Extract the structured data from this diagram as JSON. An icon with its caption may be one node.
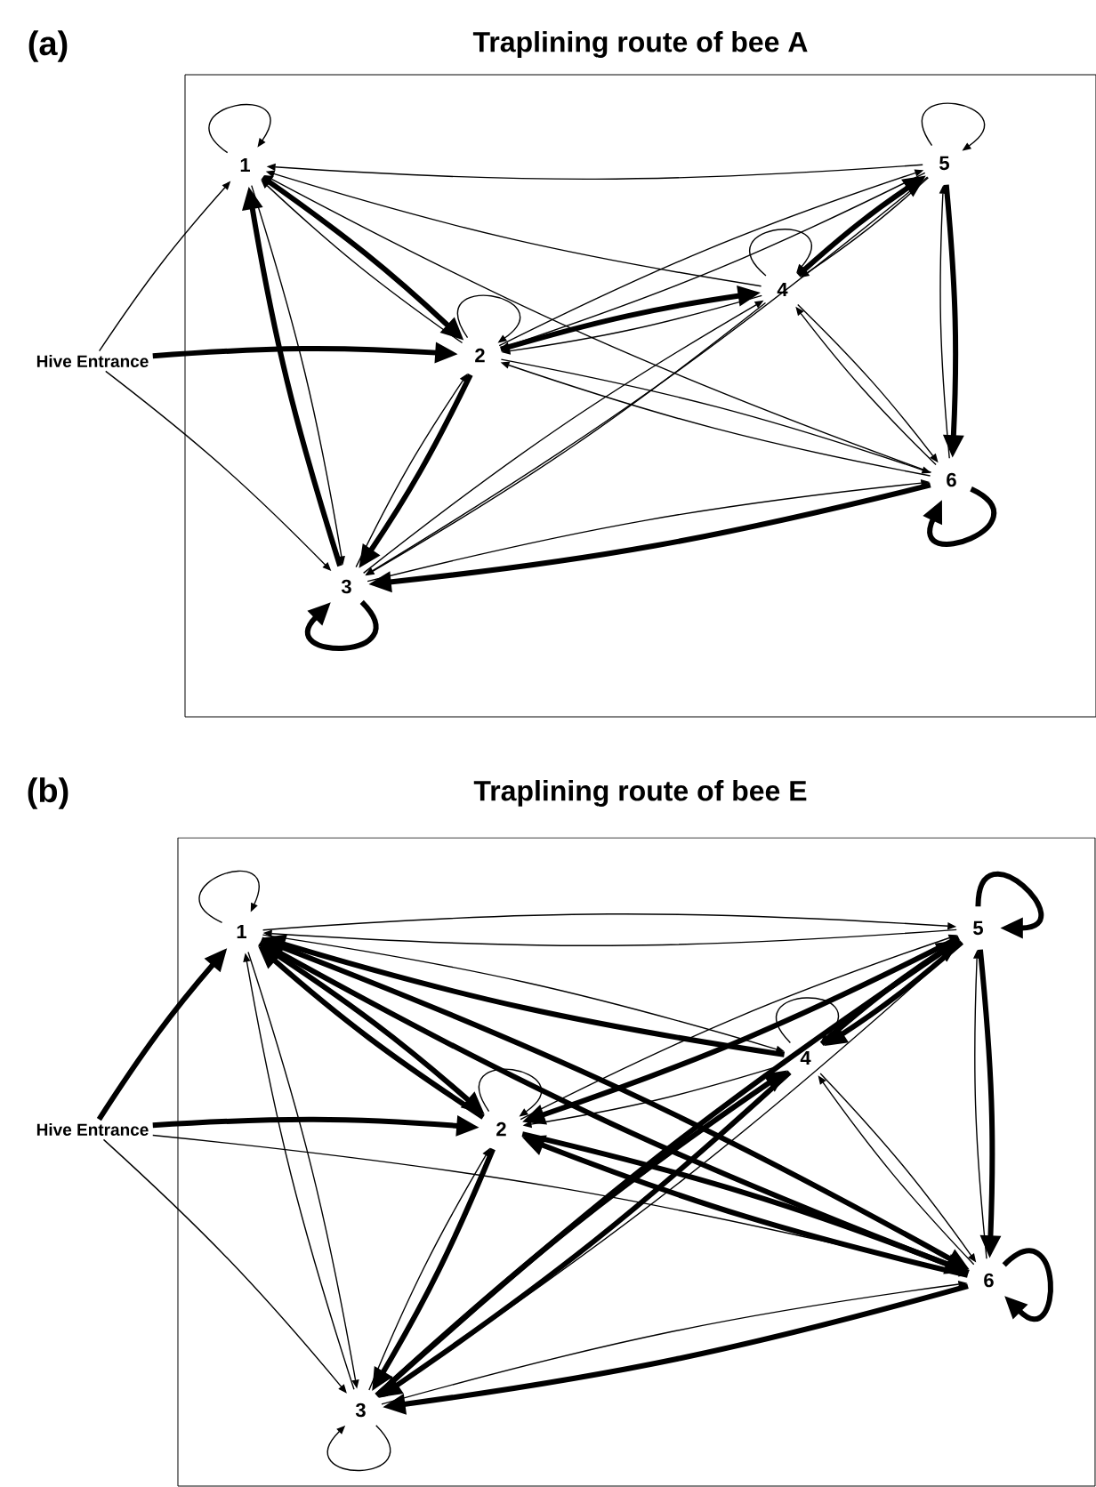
{
  "diagram": {
    "nodes": [
      {
        "text": [
          "Traplining route of bee A"
        ],
        "beside": [
          "(a)"
        ]
      },
      {
        "text": [
          "Hive Entrance"
        ]
      },
      {
        "text": [
          "1"
        ],
        "in": 0
      },
      {
        "text": [
          "2"
        ],
        "in": 0
      },
      {
        "text": [
          "3"
        ],
        "in": 0
      },
      {
        "text": [
          "4"
        ],
        "in": 0
      },
      {
        "text": [
          "5"
        ],
        "in": 0
      },
      {
        "text": [
          "6"
        ],
        "in": 0
      },
      {
        "text": [
          "Traplining route of bee E"
        ],
        "beside": [
          "(b)"
        ]
      },
      {
        "text": [
          "Hive Entrance"
        ]
      },
      {
        "text": [
          "1"
        ],
        "in": 8
      },
      {
        "text": [
          "2"
        ],
        "in": 8
      },
      {
        "text": [
          "3"
        ],
        "in": 8
      },
      {
        "text": [
          "4"
        ],
        "in": 8
      },
      {
        "text": [
          "5"
        ],
        "in": 8
      },
      {
        "text": [
          "6"
        ],
        "in": 8
      }
    ],
    "edges": [
      {
        "from": 1,
        "to": 2,
        "arrow": "to"
      },
      {
        "from": 1,
        "to": 3,
        "arrow": "to",
        "style": "thick"
      },
      {
        "from": 1,
        "to": 4,
        "arrow": "to"
      },
      {
        "from": 2,
        "to": 3,
        "arrow": "to",
        "style": "thick"
      },
      {
        "from": 3,
        "to": 2,
        "arrow": "to"
      },
      {
        "from": 2,
        "to": 4,
        "arrow": "to"
      },
      {
        "from": 4,
        "to": 2,
        "arrow": "to",
        "style": "thick"
      },
      {
        "from": 2,
        "to": 2,
        "arrow": "to"
      },
      {
        "from": 3,
        "to": 3,
        "arrow": "to"
      },
      {
        "from": 4,
        "to": 4,
        "arrow": "to",
        "style": "thick"
      },
      {
        "from": 5,
        "to": 5,
        "arrow": "to"
      },
      {
        "from": 6,
        "to": 6,
        "arrow": "to"
      },
      {
        "from": 7,
        "to": 7,
        "arrow": "to",
        "style": "thick"
      },
      {
        "from": 6,
        "to": 2,
        "arrow": "to"
      },
      {
        "from": 5,
        "to": 2,
        "arrow": "to"
      },
      {
        "from": 7,
        "to": 2,
        "arrow": "to"
      },
      {
        "from": 3,
        "to": 5,
        "arrow": "to",
        "style": "thick"
      },
      {
        "from": 5,
        "to": 3,
        "arrow": "to"
      },
      {
        "from": 6,
        "to": 3,
        "arrow": "to"
      },
      {
        "from": 3,
        "to": 6,
        "arrow": "to"
      },
      {
        "from": 5,
        "to": 6,
        "arrow": "to",
        "style": "thick"
      },
      {
        "from": 6,
        "to": 5,
        "arrow": "to"
      },
      {
        "from": 6,
        "to": 7,
        "arrow": "to",
        "style": "thick"
      },
      {
        "from": 7,
        "to": 6,
        "arrow": "to"
      },
      {
        "from": 7,
        "to": 5,
        "arrow": "to"
      },
      {
        "from": 5,
        "to": 7,
        "arrow": "to"
      },
      {
        "from": 3,
        "to": 7,
        "arrow": "to"
      },
      {
        "from": 7,
        "to": 3,
        "arrow": "to"
      },
      {
        "from": 3,
        "to": 4,
        "arrow": "to",
        "style": "thick"
      },
      {
        "from": 4,
        "to": 3,
        "arrow": "to"
      },
      {
        "from": 4,
        "to": 5,
        "arrow": "to"
      },
      {
        "from": 5,
        "to": 4,
        "arrow": "to"
      },
      {
        "from": 6,
        "to": 4,
        "arrow": "to"
      },
      {
        "from": 4,
        "to": 7,
        "arrow": "to"
      },
      {
        "from": 7,
        "to": 4,
        "arrow": "to",
        "style": "thick"
      },
      {
        "from": 9,
        "to": 10,
        "arrow": "to",
        "style": "thick"
      },
      {
        "from": 9,
        "to": 11,
        "arrow": "to",
        "style": "thick"
      },
      {
        "from": 9,
        "to": 12,
        "arrow": "to"
      },
      {
        "from": 9,
        "to": 15,
        "arrow": "to"
      },
      {
        "from": 10,
        "to": 14,
        "arrow": "to"
      },
      {
        "from": 14,
        "to": 10,
        "arrow": "to"
      },
      {
        "from": 10,
        "to": 10,
        "arrow": "to"
      },
      {
        "from": 14,
        "to": 14,
        "arrow": "to",
        "style": "thick"
      },
      {
        "from": 13,
        "to": 13,
        "arrow": "to"
      },
      {
        "from": 11,
        "to": 11,
        "arrow": "to"
      },
      {
        "from": 12,
        "to": 12,
        "arrow": "to"
      },
      {
        "from": 15,
        "to": 15,
        "arrow": "to",
        "style": "thick"
      },
      {
        "from": 10,
        "to": 11,
        "arrow": "to",
        "style": "thick"
      },
      {
        "from": 11,
        "to": 10,
        "arrow": "to",
        "style": "thick"
      },
      {
        "from": 13,
        "to": 10,
        "arrow": "to",
        "style": "thick"
      },
      {
        "from": 10,
        "to": 13,
        "arrow": "to"
      },
      {
        "from": 10,
        "to": 15,
        "arrow": "to",
        "style": "thick"
      },
      {
        "from": 15,
        "to": 10,
        "arrow": "to",
        "style": "thick"
      },
      {
        "from": 10,
        "to": 12,
        "arrow": "to"
      },
      {
        "from": 12,
        "to": 10,
        "arrow": "to"
      },
      {
        "from": 11,
        "to": 12,
        "arrow": "to",
        "style": "thick"
      },
      {
        "from": 12,
        "to": 11,
        "arrow": "to"
      },
      {
        "from": 14,
        "to": 11,
        "arrow": "to",
        "style": "thick"
      },
      {
        "from": 11,
        "to": 14,
        "arrow": "to"
      },
      {
        "from": 13,
        "to": 11,
        "arrow": "to"
      },
      {
        "from": 13,
        "to": 14,
        "arrow": "to",
        "style": "thick"
      },
      {
        "from": 14,
        "to": 13,
        "arrow": "to",
        "style": "thick"
      },
      {
        "from": 12,
        "to": 14,
        "arrow": "to",
        "style": "thick"
      },
      {
        "from": 14,
        "to": 12,
        "arrow": "to"
      },
      {
        "from": 12,
        "to": 13,
        "arrow": "to",
        "style": "thick"
      },
      {
        "from": 13,
        "to": 12,
        "arrow": "to",
        "style": "thick"
      },
      {
        "from": 11,
        "to": 15,
        "arrow": "to",
        "style": "thick"
      },
      {
        "from": 15,
        "to": 11,
        "arrow": "to",
        "style": "thick"
      },
      {
        "from": 13,
        "to": 15,
        "arrow": "to"
      },
      {
        "from": 15,
        "to": 13,
        "arrow": "to"
      },
      {
        "from": 14,
        "to": 15,
        "arrow": "to",
        "style": "thick"
      },
      {
        "from": 15,
        "to": 14,
        "arrow": "to"
      },
      {
        "from": 15,
        "to": 12,
        "arrow": "to",
        "style": "thick"
      },
      {
        "from": 12,
        "to": 15,
        "arrow": "to"
      }
    ]
  }
}
